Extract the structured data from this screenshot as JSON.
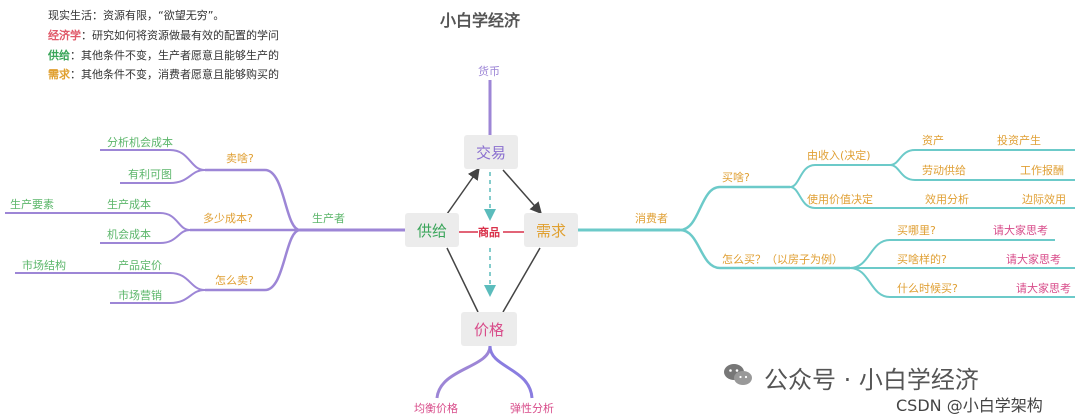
{
  "title": "小白学经济",
  "legend": [
    {
      "key": "",
      "text": "现实生活：资源有限，“欲望无穷”。",
      "color": "#333333"
    },
    {
      "key": "经济学",
      "text": "：研究如何将资源做最有效的配置的学问",
      "color": "#e05a6a"
    },
    {
      "key": "供给",
      "text": "：其他条件不变，生产者愿意且能够生产的",
      "color": "#3aa55a"
    },
    {
      "key": "需求",
      "text": "：其他条件不变，消费者愿意且能够购买的",
      "color": "#e0a030"
    }
  ],
  "center": {
    "exchange": "交易",
    "supply": "供给",
    "demand": "需求",
    "goods": "商品",
    "price": "价格",
    "currency": "货币",
    "equilibrium_price": "均衡价格",
    "elasticity": "弹性分析"
  },
  "left": {
    "producer": "生产者",
    "what_to_sell": "卖啥?",
    "opportunity_cost_analysis": "分析机会成本",
    "profitable": "有利可图",
    "how_much_cost": "多少成本?",
    "production_factors": "生产要素",
    "production_cost": "生产成本",
    "opportunity_cost": "机会成本",
    "how_to_sell": "怎么卖?",
    "market_structure": "市场结构",
    "product_pricing": "产品定价",
    "marketing": "市场营销"
  },
  "right": {
    "consumer": "消费者",
    "buy_what": "买啥?",
    "decided_by_income": "由收入(决定)",
    "assets": "资产",
    "investment_income": "投资产生",
    "labor_supply": "劳动供给",
    "wage": "工作报酬",
    "use_value": "使用价值决定",
    "utility_analysis": "效用分析",
    "marginal_utility": "边际效用",
    "how_to_buy": "怎么买？（以房子为例）",
    "where_to_buy": "买哪里?",
    "what_kind": "买啥样的?",
    "when_to_buy": "什么时候买?",
    "think_1": "请大家思考",
    "think_2": "请大家思考",
    "think_3": "请大家思考"
  },
  "watermark": {
    "line1": "公众号 · 小白学经济",
    "line2": "CSDN @小白学架构"
  },
  "colors": {
    "purple": "#9d86d6",
    "teal": "#6ccac9",
    "green": "#5bb66a",
    "orange": "#e0a035",
    "pink": "#d84c8a",
    "red": "#d9314a"
  }
}
